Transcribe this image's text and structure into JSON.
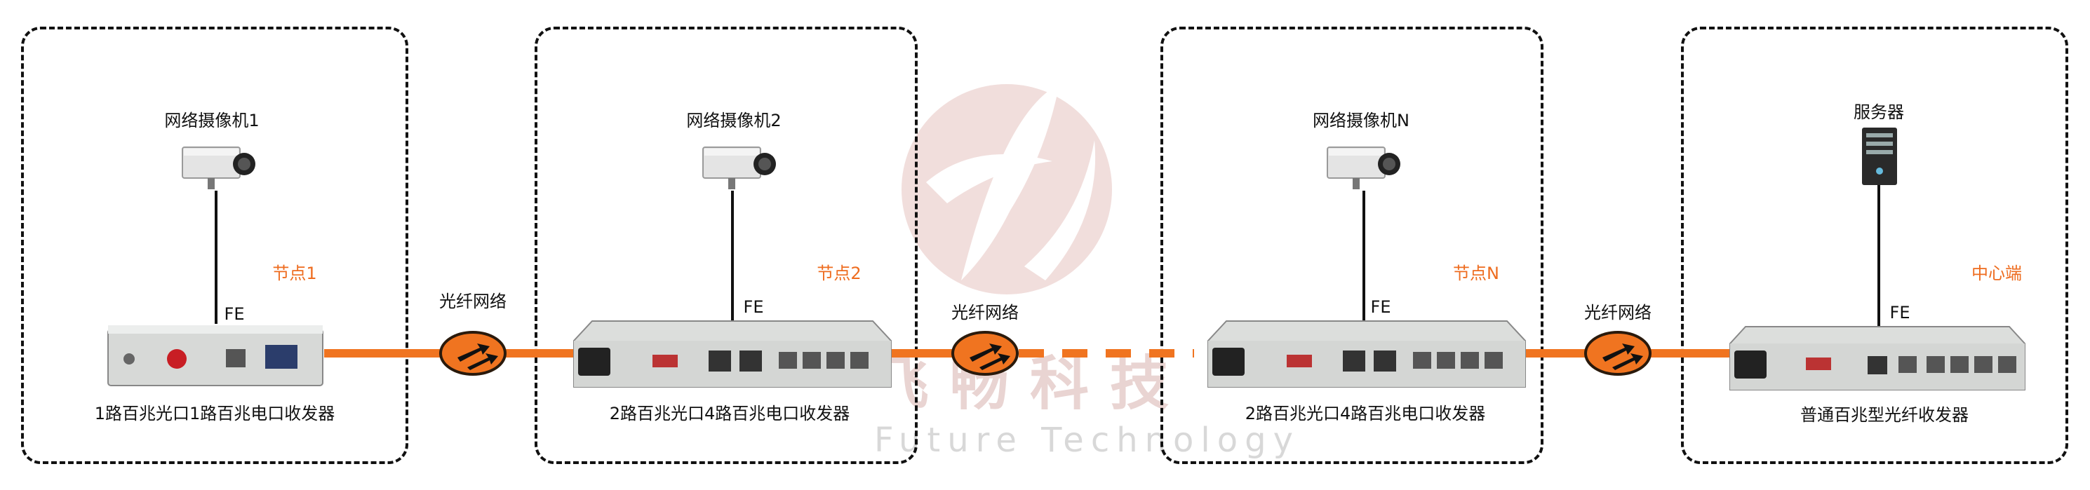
{
  "nodes": [
    {
      "camera_label": "网络摄像机1",
      "node_label": "节点1",
      "fe_label": "FE",
      "device_label": "1路百兆光口1路百兆电口收发器"
    },
    {
      "camera_label": "网络摄像机2",
      "node_label": "节点2",
      "fe_label": "FE",
      "device_label": "2路百兆光口4路百兆电口收发器"
    },
    {
      "camera_label": "网络摄像机N",
      "node_label": "节点N",
      "fe_label": "FE",
      "device_label": "2路百兆光口4路百兆电口收发器"
    },
    {
      "camera_label": "服务器",
      "node_label": "中心端",
      "fe_label": "FE",
      "device_label": "普通百兆型光纤收发器"
    }
  ],
  "links": [
    {
      "label": "光纤网络"
    },
    {
      "label": "光纤网络"
    },
    {
      "label": "光纤网络"
    }
  ],
  "watermark": {
    "cn": "飞畅科技",
    "en": "Future Technology"
  },
  "colors": {
    "accent": "#ee6c1f",
    "fiber": "#f07420",
    "border": "#111111"
  }
}
